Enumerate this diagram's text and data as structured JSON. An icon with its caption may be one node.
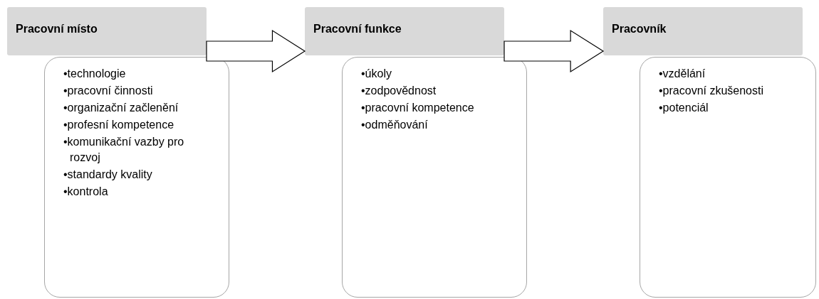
{
  "diagram": {
    "nodes": [
      {
        "text": [
          "Pracovní místo"
        ]
      },
      {
        "text": [
          "•technologie",
          "•pracovní činnosti",
          "•organizační začlenění",
          "•profesní kompetence",
          "•komunikační vazby pro rozvoj",
          "•standardy kvality",
          "•kontrola"
        ]
      },
      {
        "text": [
          "Pracovní funkce"
        ]
      },
      {
        "text": [
          "•úkoly",
          "•zodpovědnost",
          "•pracovní kompetence",
          "•odměňování"
        ]
      },
      {
        "text": [
          "Pracovník"
        ]
      },
      {
        "text": [
          "•vzdělání",
          "•pracovní zkušenosti",
          "•potenciál"
        ]
      }
    ],
    "edges": [
      {
        "from": 0,
        "to": 2,
        "arrow": "to"
      },
      {
        "from": 2,
        "to": 4,
        "arrow": "to"
      }
    ]
  }
}
